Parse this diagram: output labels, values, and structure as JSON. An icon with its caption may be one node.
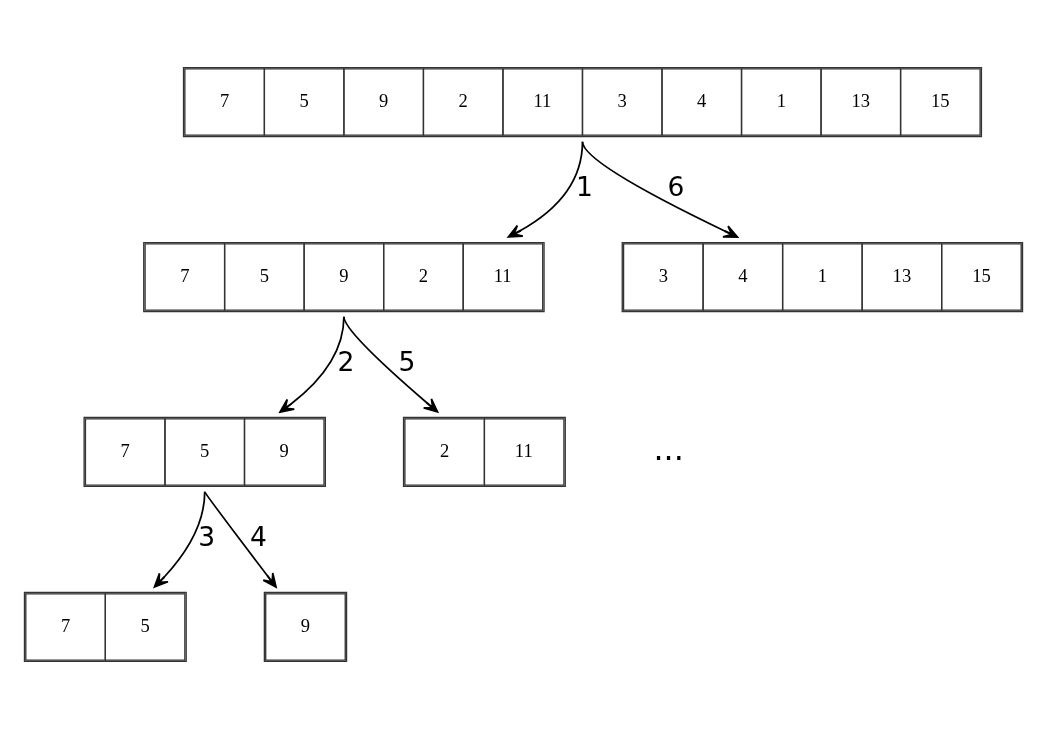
{
  "diagram": {
    "nodes": [
      {
        "text": [
          "7",
          "5",
          "9",
          "2",
          "11",
          "3",
          "4",
          "1",
          "13",
          "15"
        ]
      },
      {
        "text": [
          "7",
          "5",
          "9",
          "2",
          "11"
        ]
      },
      {
        "text": [
          "3",
          "4",
          "1",
          "13",
          "15"
        ]
      },
      {
        "text": [
          "7",
          "5",
          "9"
        ]
      },
      {
        "text": [
          "2",
          "11"
        ]
      },
      {
        "text": [
          "7",
          "5"
        ]
      },
      {
        "text": [
          "9"
        ]
      }
    ],
    "edges": [
      {
        "from": 0,
        "to": 1,
        "arrow": "to",
        "label": "1"
      },
      {
        "from": 0,
        "to": 2,
        "arrow": "to",
        "label": "6"
      },
      {
        "from": 1,
        "to": 3,
        "arrow": "to",
        "label": "2"
      },
      {
        "from": 1,
        "to": 4,
        "arrow": "to",
        "label": "5"
      },
      {
        "from": 3,
        "to": 5,
        "arrow": "to",
        "label": "3"
      },
      {
        "from": 3,
        "to": 6,
        "arrow": "to",
        "label": "4"
      }
    ],
    "labels": [
      "..."
    ]
  }
}
